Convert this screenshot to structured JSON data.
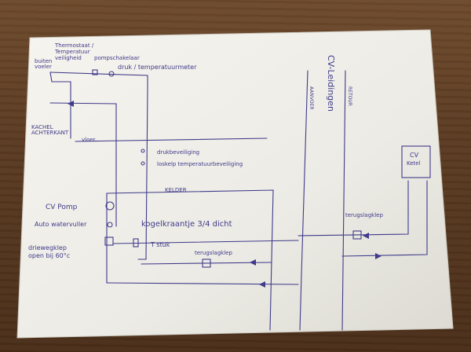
{
  "labels": {
    "temperatuur_veiligheid_1": "Thermostaat /",
    "temperatuur_veiligheid_2": "Temperatuur",
    "temperatuur_veiligheid_3": "veiligheid",
    "buiten_1": "buiten",
    "buiten_2": "voeler",
    "pompschakelaar": "pompschakelaar",
    "druk_temperatuurmeter": "druk / temperatuurmeter",
    "kachel_1": "KACHEL",
    "kachel_2": "ACHTERKANT",
    "vloer": "vloer",
    "drukbeveiliging": "drukbeveiliging",
    "loskelp": "loskelp temperatuurbeveiliging",
    "kelder": "KELDER",
    "cv_pomp": "CV Pomp",
    "auto_watervuller": "Auto watervuller",
    "driewegklep_1": "driewegklep",
    "driewegklep_2": "open bij 60°c",
    "kogelkraan": "kogelkraantje 3/4 dicht",
    "t_stuk": "T stuk",
    "terugslagklep_bottom": "terugslagklep",
    "terugslagklep_right": "terugslagklep",
    "cv_leidingen": "CV-Leidingen",
    "aanvoer": "AANVOER",
    "retour": "RETOUR",
    "cv_ketel_1": "CV",
    "cv_ketel_2": "Ketel"
  },
  "colors": {
    "ink": "#3f3a8a",
    "paper": "#f2f0ea"
  }
}
